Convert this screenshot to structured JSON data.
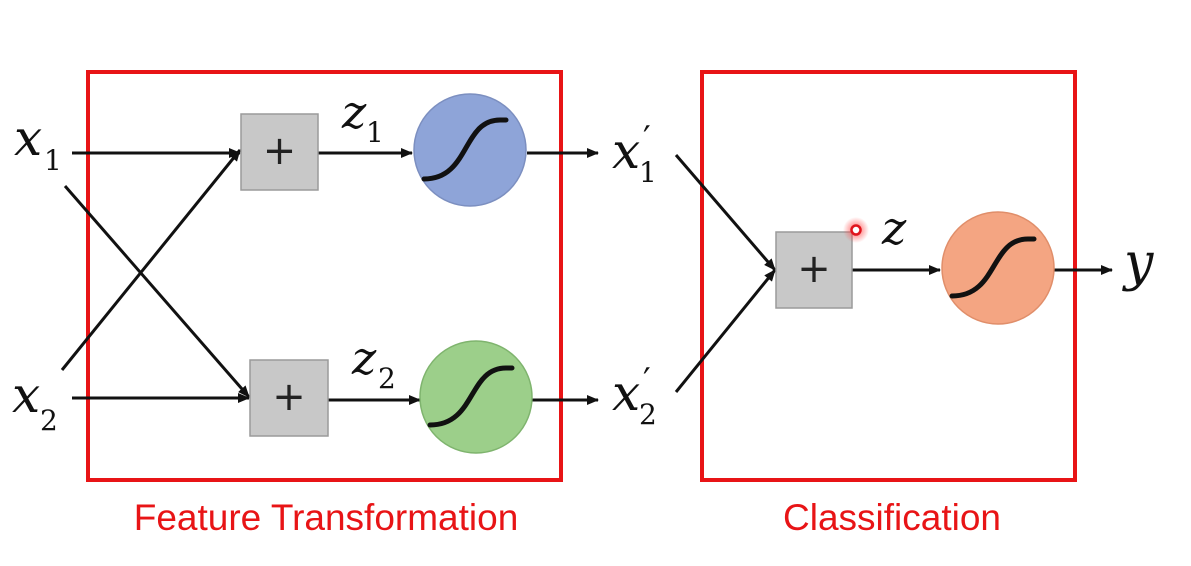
{
  "diagram": {
    "sections": {
      "feature_transformation": "Feature Transformation",
      "classification": "Classification"
    },
    "inputs": {
      "x1": {
        "base": "x",
        "sub": "1"
      },
      "x2": {
        "base": "x",
        "sub": "2"
      }
    },
    "hidden": {
      "z1": {
        "base": "z",
        "sub": "1"
      },
      "z2": {
        "base": "z",
        "sub": "2"
      }
    },
    "features": {
      "x1_prime": {
        "base": "x",
        "prime": "′",
        "sub": "1"
      },
      "x2_prime": {
        "base": "x",
        "prime": "′",
        "sub": "2"
      }
    },
    "classifier": {
      "z": "z",
      "y": "y"
    },
    "sum_symbol": "+",
    "colors": {
      "frame": "#e81416",
      "sum_box": "#c8c8c8",
      "sigmoid_top": "#8ea4d8",
      "sigmoid_bottom": "#9ccf8a",
      "sigmoid_output": "#f4a582",
      "cursor": "#e0141c"
    },
    "icons": [
      "sigmoid-icon",
      "cursor-icon"
    ]
  }
}
